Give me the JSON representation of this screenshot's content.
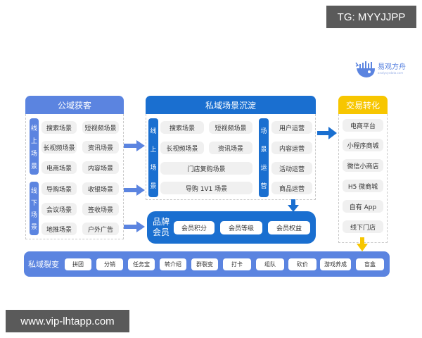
{
  "watermarks": {
    "top": "TG: MYYJJPP",
    "bottom": "www.vip-lhtapp.com"
  },
  "logo": {
    "name": "易观方舟",
    "url_text": "analysysdata.com"
  },
  "colors": {
    "light_blue": "#5b84e0",
    "dark_blue": "#1a6fd0",
    "yellow": "#f7c600",
    "pill_gray": "#f0f0f0"
  },
  "public_domain": {
    "title": "公域获客",
    "online": {
      "label": [
        "线",
        "上",
        "场",
        "景"
      ],
      "items": [
        "搜索场景",
        "短视频场景",
        "长视频场景",
        "资讯场景",
        "电商场景",
        "内容场景"
      ]
    },
    "offline": {
      "label": [
        "线",
        "下",
        "场",
        "景"
      ],
      "items": [
        "导购场景",
        "收银场景",
        "会议场景",
        "签收场景",
        "地推场景",
        "户外广告"
      ]
    }
  },
  "private_domain": {
    "title": "私域场景沉淀",
    "online": {
      "label": [
        "线",
        "上",
        "场",
        "景"
      ],
      "items": [
        "搜索场景",
        "短视频场景",
        "长视频场景",
        "资讯场景"
      ],
      "wide_items": [
        "门店复购场景",
        "导购 1V1 场景"
      ]
    },
    "operations": {
      "label": [
        "场",
        "景",
        "运",
        "营"
      ],
      "items": [
        "用户运营",
        "内容运营",
        "活动运营",
        "商品运营"
      ]
    },
    "brand_member": {
      "label": "品牌会员",
      "items": [
        "会员积分",
        "会员等级",
        "会员权益"
      ]
    }
  },
  "conversion": {
    "title": "交易转化",
    "items": [
      "电商平台",
      "小程序商城",
      "微信小商店",
      "H5 微商城",
      "自有 App",
      "线下门店"
    ]
  },
  "fission": {
    "label": "私域裂变",
    "items": [
      "拼团",
      "分销",
      "任务宝",
      "转介绍",
      "群裂变",
      "打卡",
      "组队",
      "砍价",
      "游戏养成",
      "盲盒"
    ]
  }
}
